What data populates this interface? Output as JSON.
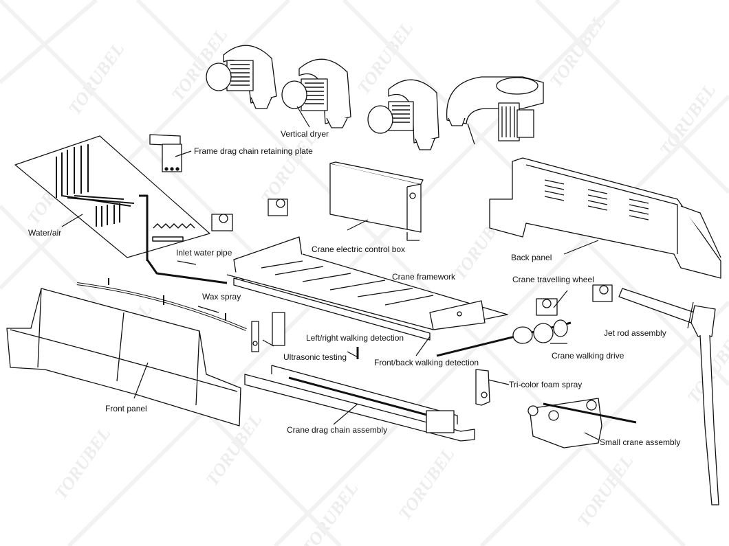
{
  "diagram": {
    "type": "exploded-assembly",
    "watermark": "TORUBEL",
    "labels": {
      "vertical_dryer": "Vertical dryer",
      "frame_drag_chain_retaining_plate": "Frame drag chain retaining plate",
      "water_air": "Water/air",
      "crane_electric_control_box": "Crane electric control box",
      "back_panel": "Back panel",
      "inlet_water_pipe": "Inlet water pipe",
      "crane_framework": "Crane framework",
      "crane_travelling_wheel": "Crane travelling wheel",
      "wax_spray": "Wax spray",
      "jet_rod_assembly": "Jet rod assembly",
      "left_right_walking_detection": "Left/right walking detection",
      "ultrasonic_testing": "Ultrasonic testing",
      "front_back_walking_detection": "Front/back walking detection",
      "crane_walking_drive": "Crane walking drive",
      "tri_color_foam_spray": "Tri-color foam spray",
      "front_panel": "Front panel",
      "crane_drag_chain_assembly": "Crane drag chain assembly",
      "small_crane_assembly": "Small crane assembly"
    }
  }
}
